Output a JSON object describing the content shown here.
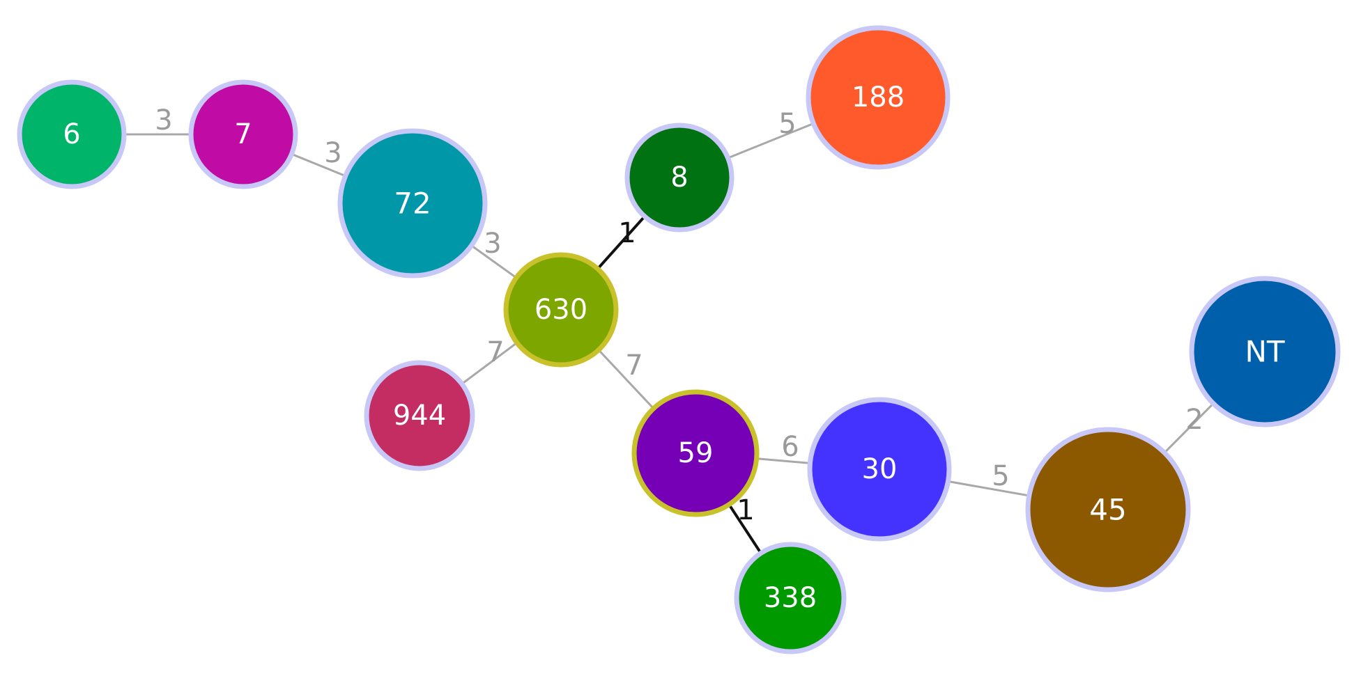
{
  "diagram": {
    "type": "minimum-spanning-tree",
    "colors": {
      "node_outline": "#c8c8f8",
      "highlight_outline": "#c9c12a",
      "edge_strong": "#111111",
      "edge_weak": "#a8a8a8",
      "label_strong": "#111111",
      "label_weak": "#9a9a9a"
    },
    "nodes": [
      {
        "id": "n6",
        "label": "6",
        "color": "#00b46a",
        "highlight": false
      },
      {
        "id": "n7",
        "label": "7",
        "color": "#c00ba4",
        "highlight": false
      },
      {
        "id": "n72",
        "label": "72",
        "color": "#0097a8",
        "highlight": false
      },
      {
        "id": "n8",
        "label": "8",
        "color": "#007212",
        "highlight": false
      },
      {
        "id": "n188",
        "label": "188",
        "color": "#ff5a2c",
        "highlight": false
      },
      {
        "id": "n630",
        "label": "630",
        "color": "#7ea600",
        "highlight": true
      },
      {
        "id": "n944",
        "label": "944",
        "color": "#c42d62",
        "highlight": false
      },
      {
        "id": "n59",
        "label": "59",
        "color": "#7600b6",
        "highlight": true
      },
      {
        "id": "n30",
        "label": "30",
        "color": "#4433ff",
        "highlight": false
      },
      {
        "id": "n45",
        "label": "45",
        "color": "#8c5800",
        "highlight": false
      },
      {
        "id": "nNT",
        "label": "NT",
        "color": "#005fab",
        "highlight": false
      },
      {
        "id": "n338",
        "label": "338",
        "color": "#009a00",
        "highlight": false
      }
    ],
    "edges": [
      {
        "source": "n6",
        "target": "n7",
        "label": "3",
        "strong": false
      },
      {
        "source": "n7",
        "target": "n72",
        "label": "3",
        "strong": false
      },
      {
        "source": "n72",
        "target": "n630",
        "label": "3",
        "strong": false
      },
      {
        "source": "n630",
        "target": "n8",
        "label": "1",
        "strong": true
      },
      {
        "source": "n8",
        "target": "n188",
        "label": "5",
        "strong": false
      },
      {
        "source": "n630",
        "target": "n944",
        "label": "7",
        "strong": false
      },
      {
        "source": "n630",
        "target": "n59",
        "label": "7",
        "strong": false
      },
      {
        "source": "n59",
        "target": "n30",
        "label": "6",
        "strong": false
      },
      {
        "source": "n59",
        "target": "n338",
        "label": "1",
        "strong": true
      },
      {
        "source": "n30",
        "target": "n45",
        "label": "5",
        "strong": false
      },
      {
        "source": "n45",
        "target": "nNT",
        "label": "2",
        "strong": false
      }
    ]
  }
}
